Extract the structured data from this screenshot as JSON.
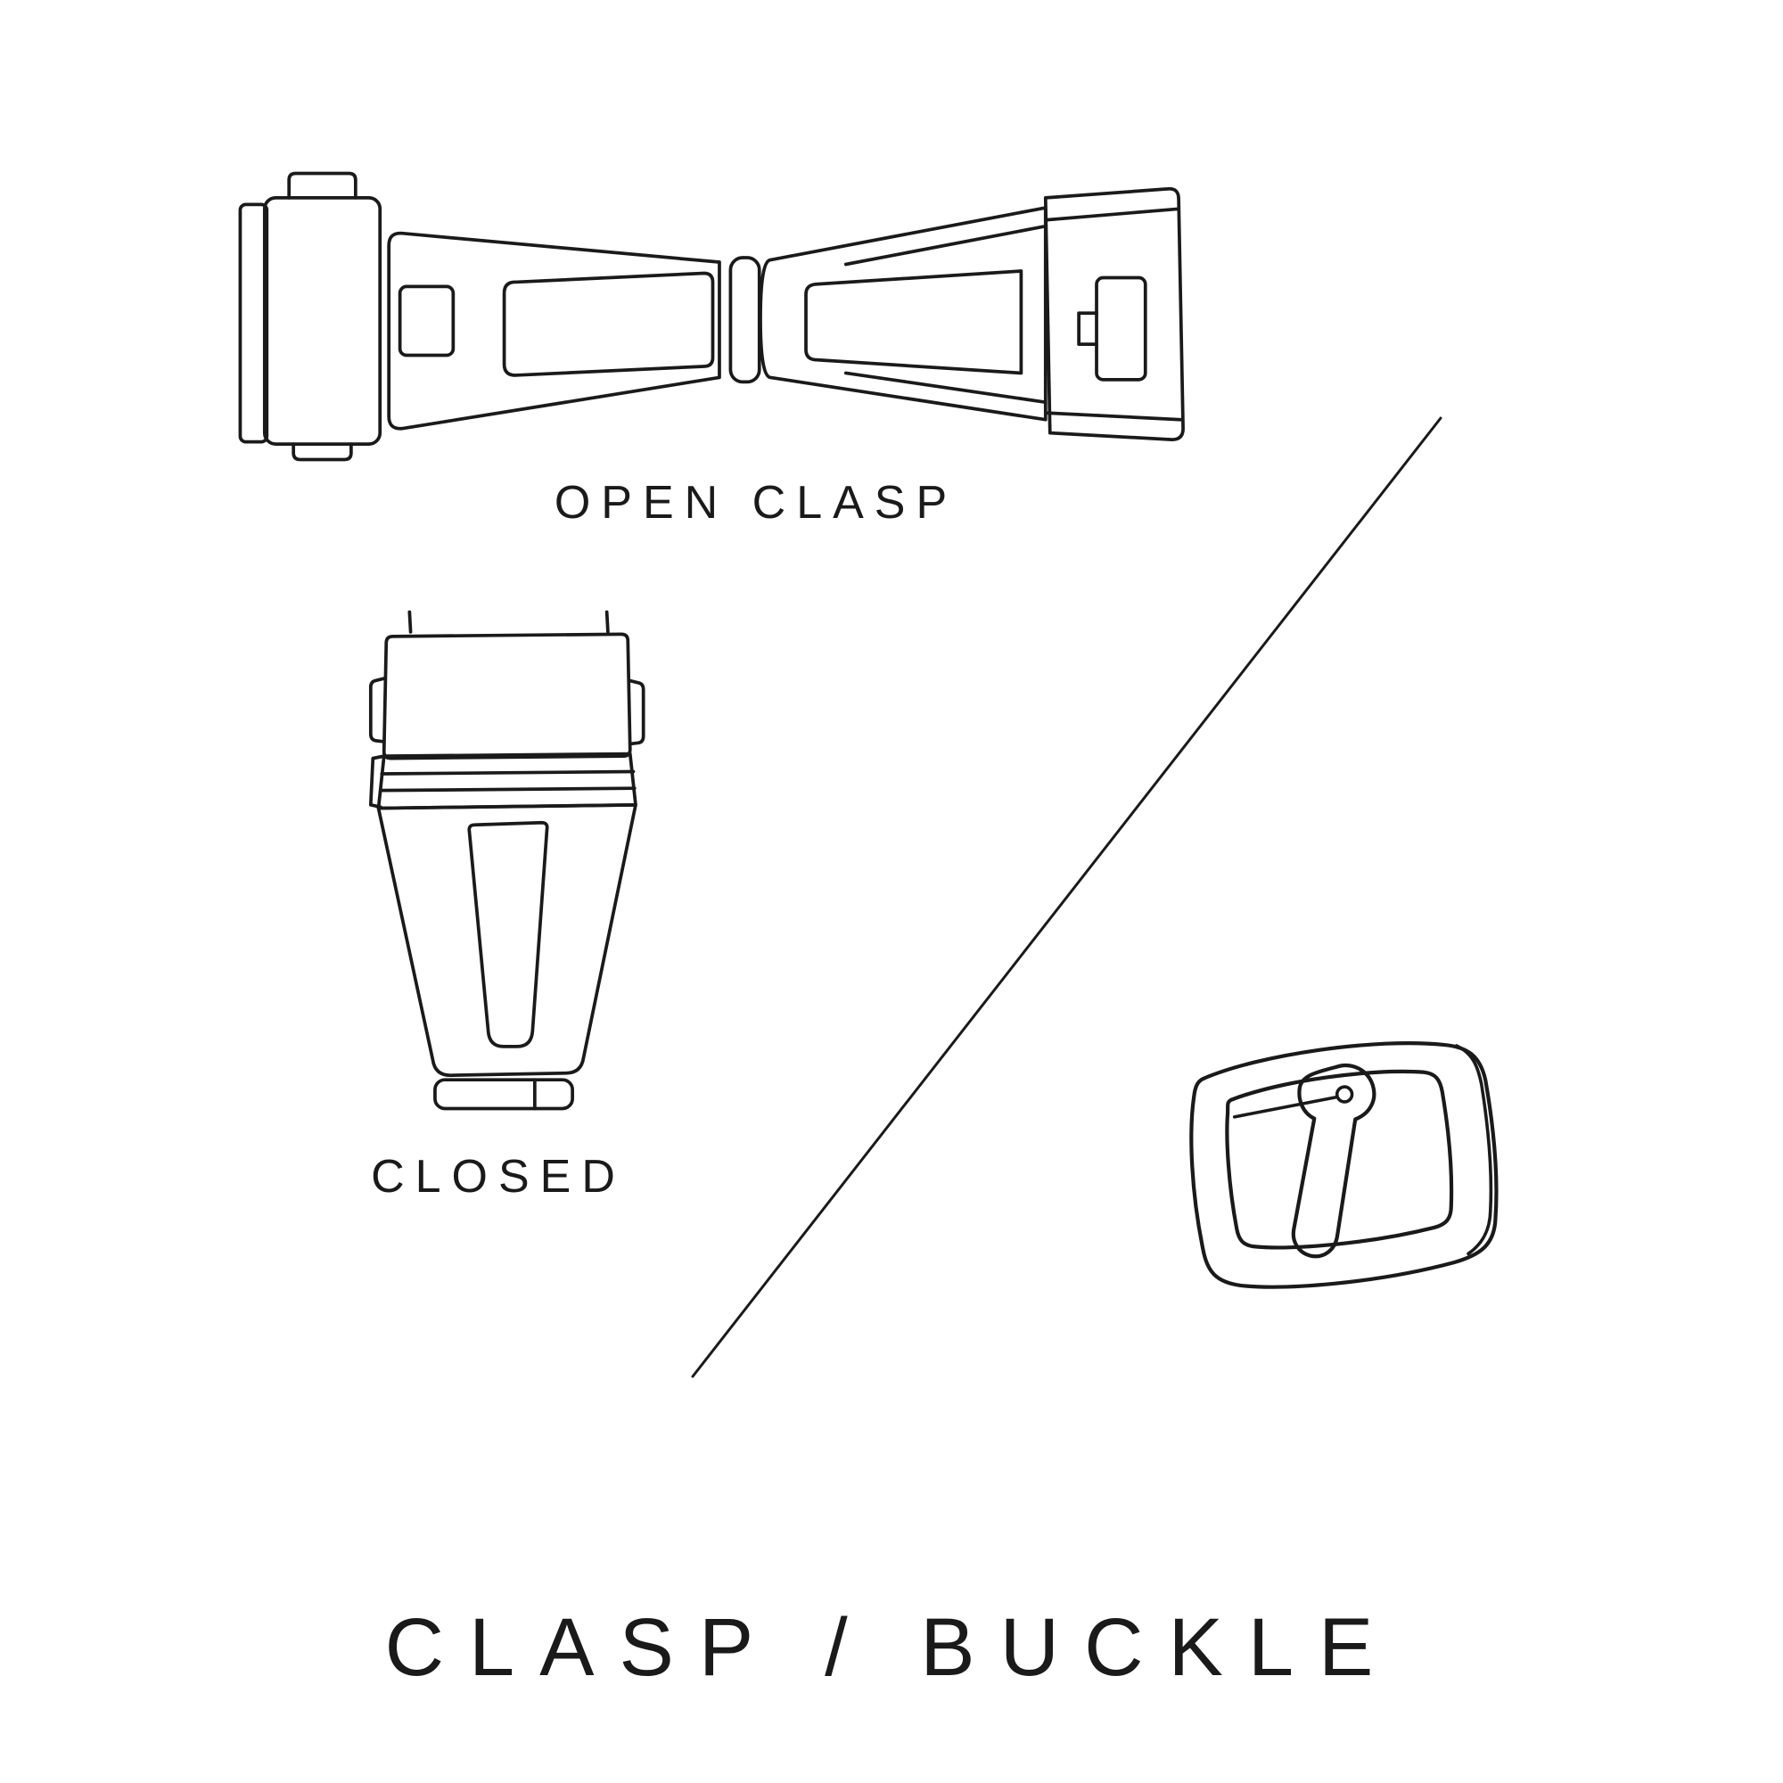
{
  "page": {
    "title": "CLASP / BUCKLE",
    "background": "#ffffff",
    "line_color": "#1a1a1a"
  },
  "labels": {
    "open_clasp": "OPEN CLASP",
    "closed": "CLOSED"
  },
  "illustrations": {
    "open_clasp": "open-clasp-illustration",
    "closed_clasp": "closed-clasp-illustration",
    "tang_buckle": "tang-buckle-illustration",
    "divider": "diagonal-divider-line"
  }
}
